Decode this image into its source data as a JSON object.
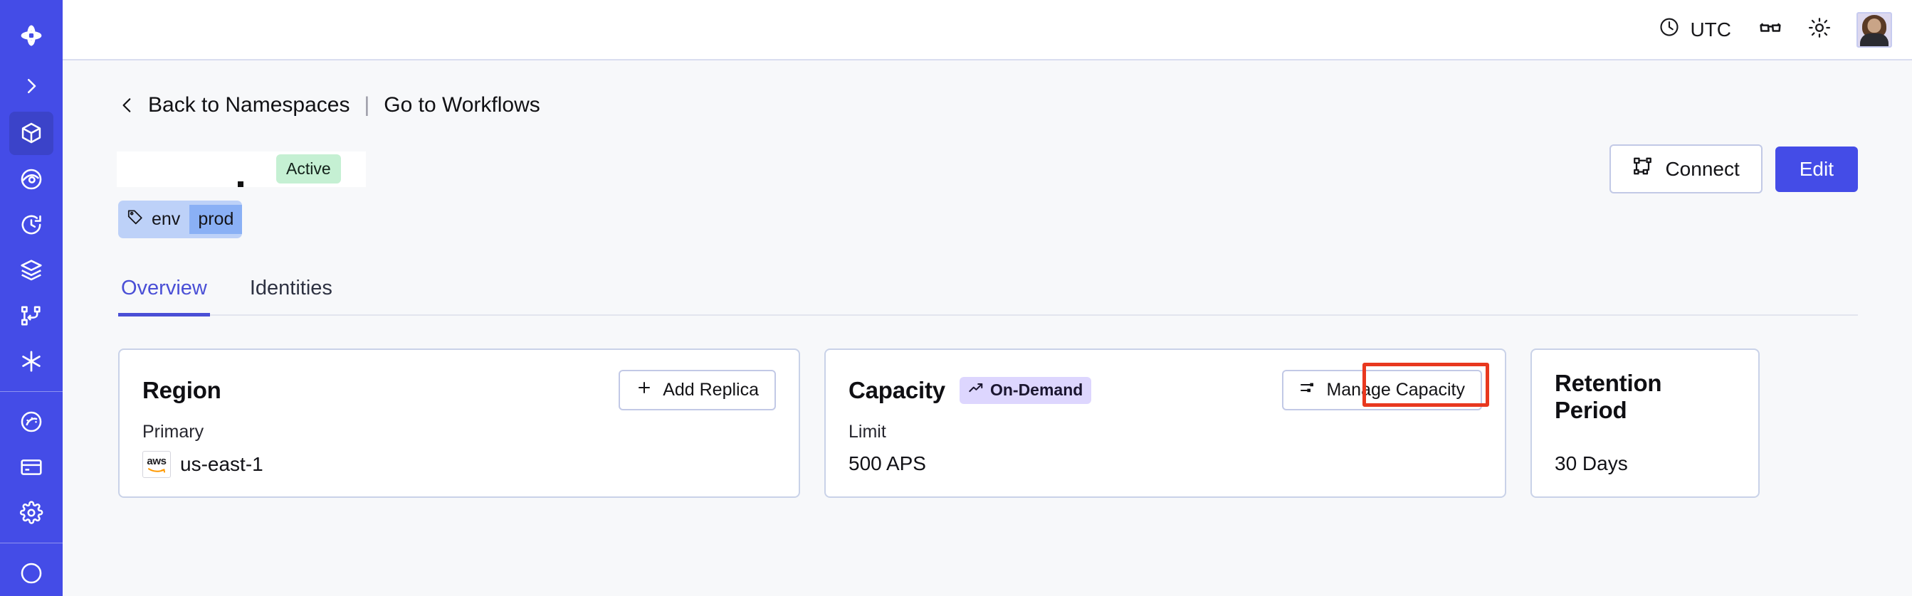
{
  "sidebar": {
    "logo_name": "temporal-logo",
    "collapse_label": "expand-sidebar",
    "items": [
      {
        "name": "namespaces",
        "icon": "cube-icon",
        "active": true
      },
      {
        "name": "observability",
        "icon": "eye-icon",
        "active": false
      },
      {
        "name": "schedules",
        "icon": "clock-rewind-icon",
        "active": false
      },
      {
        "name": "stack",
        "icon": "layers-icon",
        "active": false
      },
      {
        "name": "workflows",
        "icon": "git-branch-icon",
        "active": false
      },
      {
        "name": "nexus",
        "icon": "asterisk-icon",
        "active": false
      },
      {
        "name": "usage",
        "icon": "gauge-icon",
        "active": false
      },
      {
        "name": "billing",
        "icon": "credit-card-icon",
        "active": false
      },
      {
        "name": "settings",
        "icon": "gear-icon",
        "active": false
      }
    ]
  },
  "header": {
    "timezone_label": "UTC",
    "timezone_icon": "clock-icon",
    "reader_icon": "glasses-icon",
    "theme_icon": "sun-icon",
    "avatar_name": "user-avatar"
  },
  "breadcrumb": {
    "back_icon": "chevron-left-icon",
    "back_label": "Back to Namespaces",
    "separator": "|",
    "forward_label": "Go to Workflows"
  },
  "namespace": {
    "title": "",
    "status": "Active",
    "tags": [
      {
        "icon": "tag-icon",
        "key": "env",
        "value": "prod"
      }
    ]
  },
  "actions": {
    "connect_label": "Connect",
    "connect_icon": "connect-icon",
    "edit_label": "Edit"
  },
  "tabs": [
    {
      "label": "Overview",
      "active": true
    },
    {
      "label": "Identities",
      "active": false
    }
  ],
  "cards": {
    "region": {
      "title": "Region",
      "action_label": "Add Replica",
      "action_icon": "plus-icon",
      "label": "Primary",
      "provider_icon": "aws-logo",
      "provider_text": "aws",
      "value": "us-east-1"
    },
    "capacity": {
      "title": "Capacity",
      "badge_label": "On-Demand",
      "badge_icon": "trending-up-icon",
      "action_label": "Manage Capacity",
      "action_icon": "sliders-icon",
      "label": "Limit",
      "value": "500 APS",
      "highlighted": true
    },
    "retention": {
      "title": "Retention Period",
      "value": "30 Days"
    }
  },
  "colors": {
    "brand": "#444ce7",
    "sidebar_active": "#3b43c9",
    "status_active_bg": "#c5f0d3",
    "tag_bg": "#bdd1f8",
    "tag_value_bg": "#8ab0f5",
    "pill_bg": "#ddd6fe",
    "annotation_red": "#e8381f",
    "page_bg": "#f7f8fa",
    "card_border": "#c9d2e8"
  }
}
